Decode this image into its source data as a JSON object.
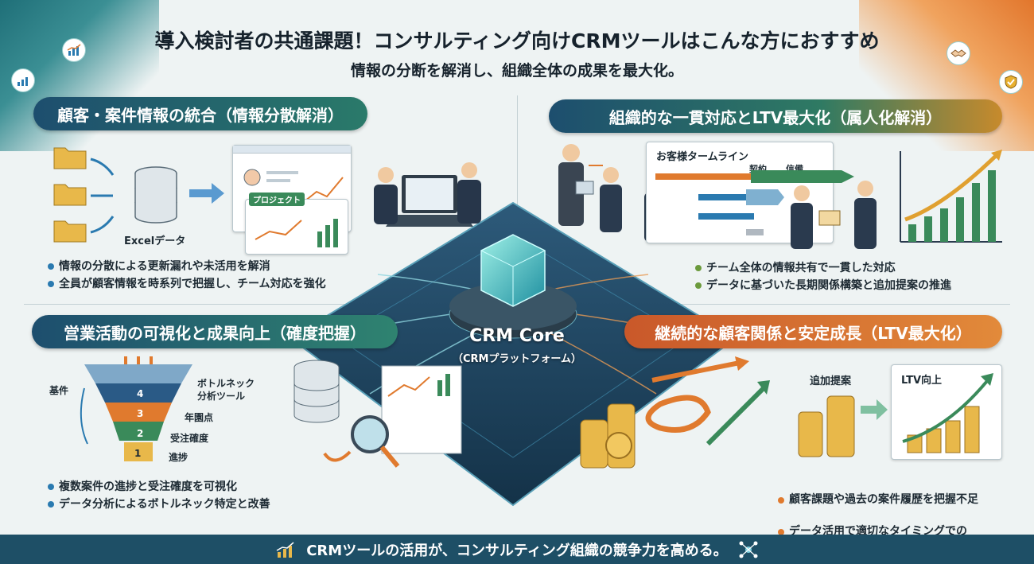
{
  "header": {
    "title": "導入検討者の共通課題！コンサルティング向けCRMツールはこんな方におすすめ",
    "subtitle": "情報の分断を解消し、組織全体の成果を最大化。"
  },
  "sections": {
    "top_left": {
      "heading": "顧客・案件情報の統合（情報分散解消）",
      "excel_label": "Excelデータ",
      "card_tag": "プロジェクト",
      "bullets": [
        "情報の分散による更新漏れや未活用を解消",
        "全員が顧客情報を時系列で把握し、チーム対応を強化"
      ]
    },
    "top_right": {
      "heading": "組織的な一貫対応とLTV最大化（属人化解消）",
      "timeline_title": "お客様タームライン",
      "timeline_labels": [
        "契約",
        "信備"
      ],
      "bullets": [
        "チーム全体の情報共有で一貫した対応",
        "データに基づいた長期関係構築と追加提案の推進"
      ]
    },
    "bottom_left": {
      "heading": "営業活動の可視化と成果向上（確度把握）",
      "funnel_left_label": "基件",
      "funnel_levels": [
        "4",
        "3",
        "2",
        "1"
      ],
      "funnel_labels": [
        "ボトルネック\n分析ツール",
        "年園点",
        "受注確度",
        "進捗"
      ],
      "bullets": [
        "複数案件の進捗と受注確度を可視化",
        "データ分析によるボトルネック特定と改善"
      ]
    },
    "bottom_right": {
      "heading": "継続的な顧客関係と安定成長（LTV最大化）",
      "upsell_label": "追加提案",
      "ltv_label": "LTV向上",
      "bullets": [
        "顧客課題や過去の案件履歴を把握不足",
        "データ活用で適切なタイミングでの\n提案（アップセル・クロスセル）"
      ]
    }
  },
  "center": {
    "title": "CRM Core",
    "subtitle": "（CRMプラットフォーム）"
  },
  "footer": {
    "text": "CRMツールの活用が、コンサルティング組織の競争力を高める。"
  },
  "colors": {
    "navy": "#1e4f66",
    "teal": "#2a7a6a",
    "orange": "#e07a2e",
    "gold": "#d9a23a"
  }
}
